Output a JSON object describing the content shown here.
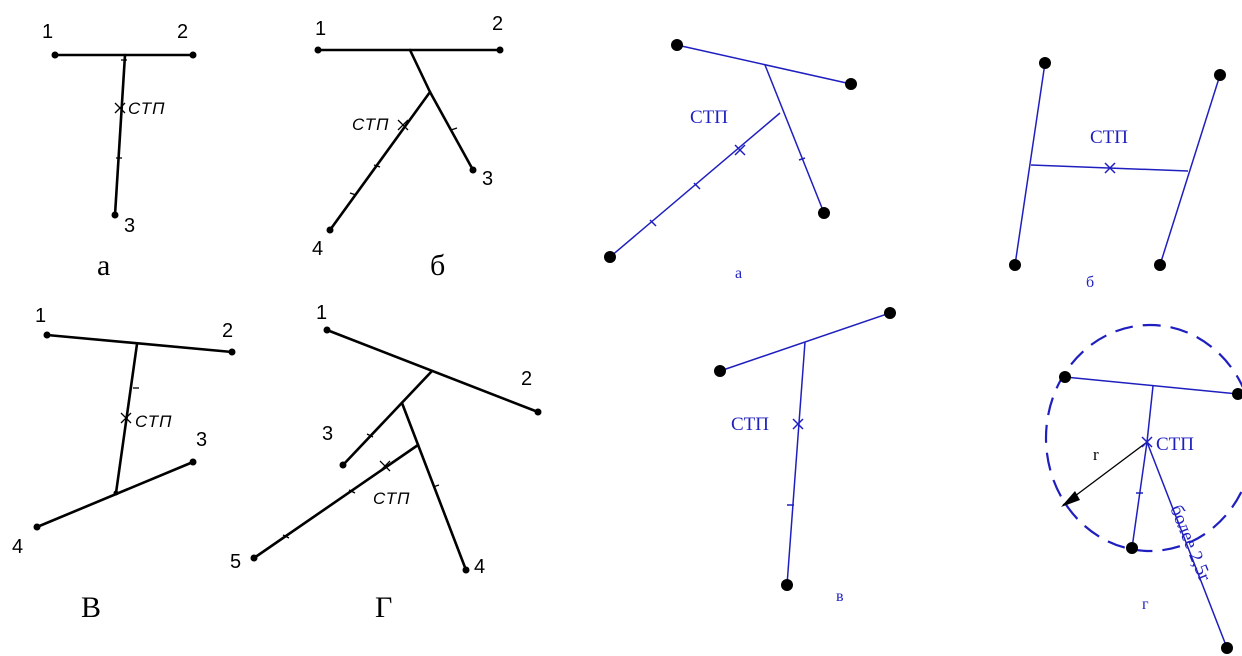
{
  "left_diagrams": {
    "stp_label": "СТП",
    "a": {
      "caption": "а",
      "n1": "1",
      "n2": "2",
      "n3": "3"
    },
    "b": {
      "caption": "б",
      "n1": "1",
      "n2": "2",
      "n3": "3",
      "n4": "4"
    },
    "v": {
      "caption": "В",
      "n1": "1",
      "n2": "2",
      "n3": "3",
      "n4": "4"
    },
    "g": {
      "caption": "Г",
      "n1": "1",
      "n2": "2",
      "n3": "3",
      "n4": "4",
      "n5": "5"
    }
  },
  "right_diagrams": {
    "stp_label": "СТП",
    "a": {
      "caption": "а"
    },
    "b": {
      "caption": "б"
    },
    "v": {
      "caption": "в"
    },
    "g": {
      "caption": "г",
      "radius_label": "r",
      "distance_label": "более 2,5r"
    }
  },
  "colors": {
    "left_lines": "#000000",
    "right_lines": "#1f1fbf"
  }
}
